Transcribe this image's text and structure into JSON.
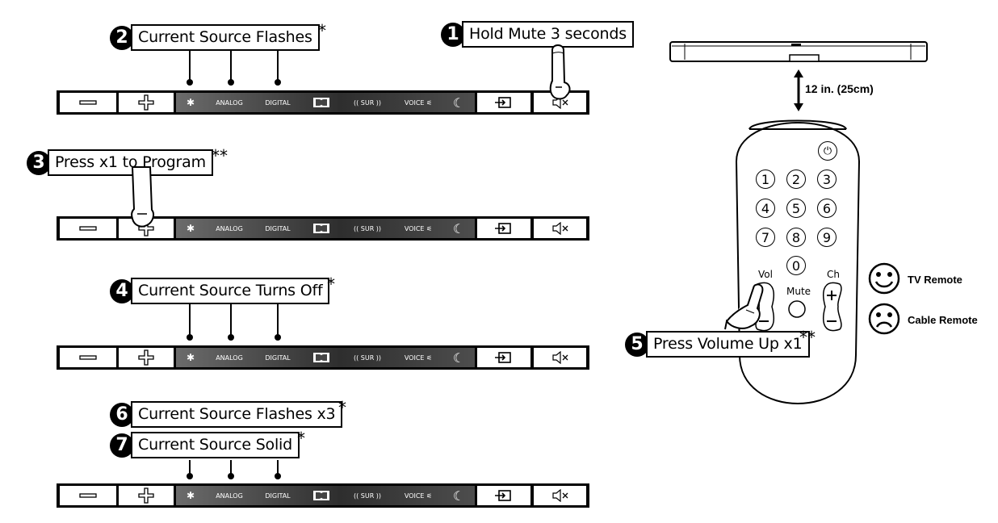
{
  "steps": {
    "s1": {
      "num": "1",
      "text": "Hold Mute 3 seconds"
    },
    "s2": {
      "num": "2",
      "text": "Current Source Flashes",
      "mark": "*"
    },
    "s3": {
      "num": "3",
      "text": "Press x1 to Program",
      "mark": "**"
    },
    "s4": {
      "num": "4",
      "text": "Current Source Turns Off",
      "mark": "*"
    },
    "s5": {
      "num": "5",
      "text": "Press Volume Up x1",
      "mark": "**"
    },
    "s6": {
      "num": "6",
      "text": "Current Source Flashes x3",
      "mark": "*"
    },
    "s7": {
      "num": "7",
      "text": "Current Source Solid",
      "mark": "*"
    }
  },
  "panel": {
    "analog": "ANALOG",
    "digital": "DIGITAL",
    "sur": "(( SUR ))",
    "voice": "VOICE ⚟"
  },
  "soundbar": {
    "distance": "12 in. (25cm)"
  },
  "remote": {
    "digits": [
      "1",
      "2",
      "3",
      "4",
      "5",
      "6",
      "7",
      "8",
      "9",
      "0"
    ],
    "vol": "Vol",
    "mute": "Mute",
    "ch": "Ch"
  },
  "legend": {
    "tv": "TV Remote",
    "cable": "Cable Remote"
  }
}
